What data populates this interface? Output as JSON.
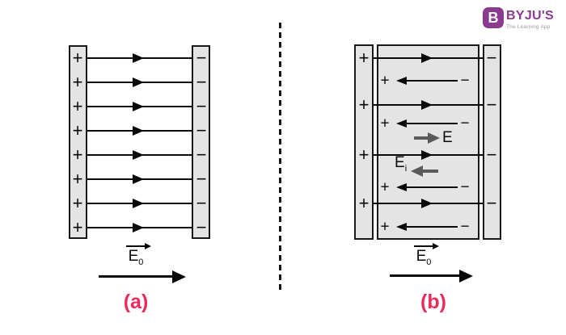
{
  "brand": {
    "name": "BYJU'S",
    "tagline": "The Learning App",
    "icon_letter": "B"
  },
  "colors": {
    "plate_fill": "#E4E4E4",
    "plate_border": "#1A1A1A",
    "line": "#0A0A0A",
    "gray_arrow": "#5A5A5A",
    "caption_pink": "#EC2A5B",
    "brand_purple": "#8A3B8F",
    "tagline_gray": "#9B9B9B"
  },
  "labels": {
    "plus": "+",
    "minus": "−",
    "applied_field_symbol": "E",
    "applied_field_sub": "0",
    "net_field_symbol": "E",
    "induced_field_symbol": "E",
    "induced_field_sub": "i",
    "caption_a": "(a)",
    "caption_b": "(b)"
  },
  "diagram_a": {
    "description": "Parallel plate capacitor without dielectric, uniform field E0 left-to-right",
    "field_line_ys": [
      16,
      46,
      76,
      106,
      136,
      166,
      196,
      226
    ]
  },
  "diagram_b": {
    "description": "Parallel plate capacitor with dielectric slab showing induced charges and induced field Ei opposing E0",
    "field_line_ys": [
      17,
      75,
      137,
      197
    ],
    "dipole_ys": [
      45,
      98,
      177,
      226
    ]
  }
}
